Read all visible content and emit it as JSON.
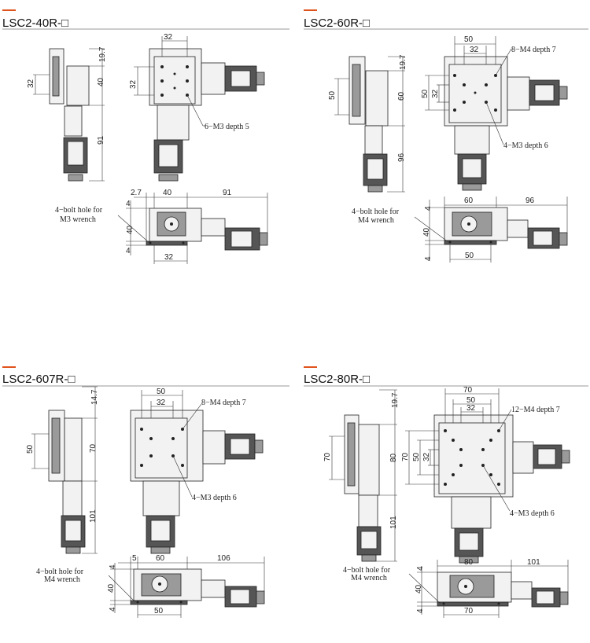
{
  "colors": {
    "accent": "#e0521b",
    "line": "#333333",
    "part_fill": "#f2f2f2"
  },
  "panels": [
    {
      "title": "LSC2-40R-□",
      "dims": {
        "side_height": "32",
        "top_offset": "19.7",
        "body_height": "40",
        "knob_length": "91",
        "top_width": "32",
        "front_height": "32",
        "bottom_left": "2.7",
        "bottom_body": "40",
        "bottom_knob": "91",
        "bottom_height": "40",
        "bottom_base_top": "4",
        "bottom_base_bottom": "4",
        "bottom_base_width": "32"
      },
      "callouts": {
        "tap_holes": "6−M3 depth 5",
        "bolt_hole": "4−bolt hole for\nM3 wrench"
      }
    },
    {
      "title": "LSC2-60R-□",
      "dims": {
        "side_height": "50",
        "top_offset": "19.7",
        "body_height": "60",
        "knob_length": "96",
        "top_width": "50",
        "top_inner": "32",
        "front_height": "50",
        "front_inner": "32",
        "bottom_body": "60",
        "bottom_knob": "96",
        "bottom_height": "40",
        "bottom_base_top": "4",
        "bottom_base_bottom": "4",
        "bottom_base_width": "50"
      },
      "callouts": {
        "tap_holes_top": "8−M4 depth 7",
        "tap_holes": "4−M3 depth 6",
        "bolt_hole": "4−bolt hole for\nM4 wrench"
      }
    },
    {
      "title": "LSC2-607R-□",
      "dims": {
        "side_height": "50",
        "top_offset": "14.7",
        "body_height": "70",
        "knob_length": "101",
        "top_width": "50",
        "top_inner": "32",
        "bottom_left": "5",
        "bottom_body": "60",
        "bottom_knob": "106",
        "bottom_height": "40",
        "bottom_base_top": "4",
        "bottom_base_bottom": "4",
        "bottom_base_width": "50"
      },
      "callouts": {
        "tap_holes_top": "8−M4 depth 7",
        "tap_holes": "4−M3 depth 6",
        "bolt_hole": "4−bolt hole for\nM4 wrench"
      }
    },
    {
      "title": "LSC2-80R-□",
      "dims": {
        "side_height": "70",
        "top_offset": "19.7",
        "body_height": "80",
        "knob_length": "101",
        "top_width": "70",
        "top_inner": "50",
        "top_inner2": "32",
        "front_height": "70",
        "front_inner": "50",
        "front_inner2": "32",
        "bottom_body": "80",
        "bottom_knob": "101",
        "bottom_height": "40",
        "bottom_base_top": "4",
        "bottom_base_bottom": "4",
        "bottom_base_width": "70"
      },
      "callouts": {
        "tap_holes_top": "12−M4 depth 7",
        "tap_holes": "4−M3 depth 6",
        "bolt_hole": "4−bolt hole for\nM4 wrench"
      }
    }
  ]
}
